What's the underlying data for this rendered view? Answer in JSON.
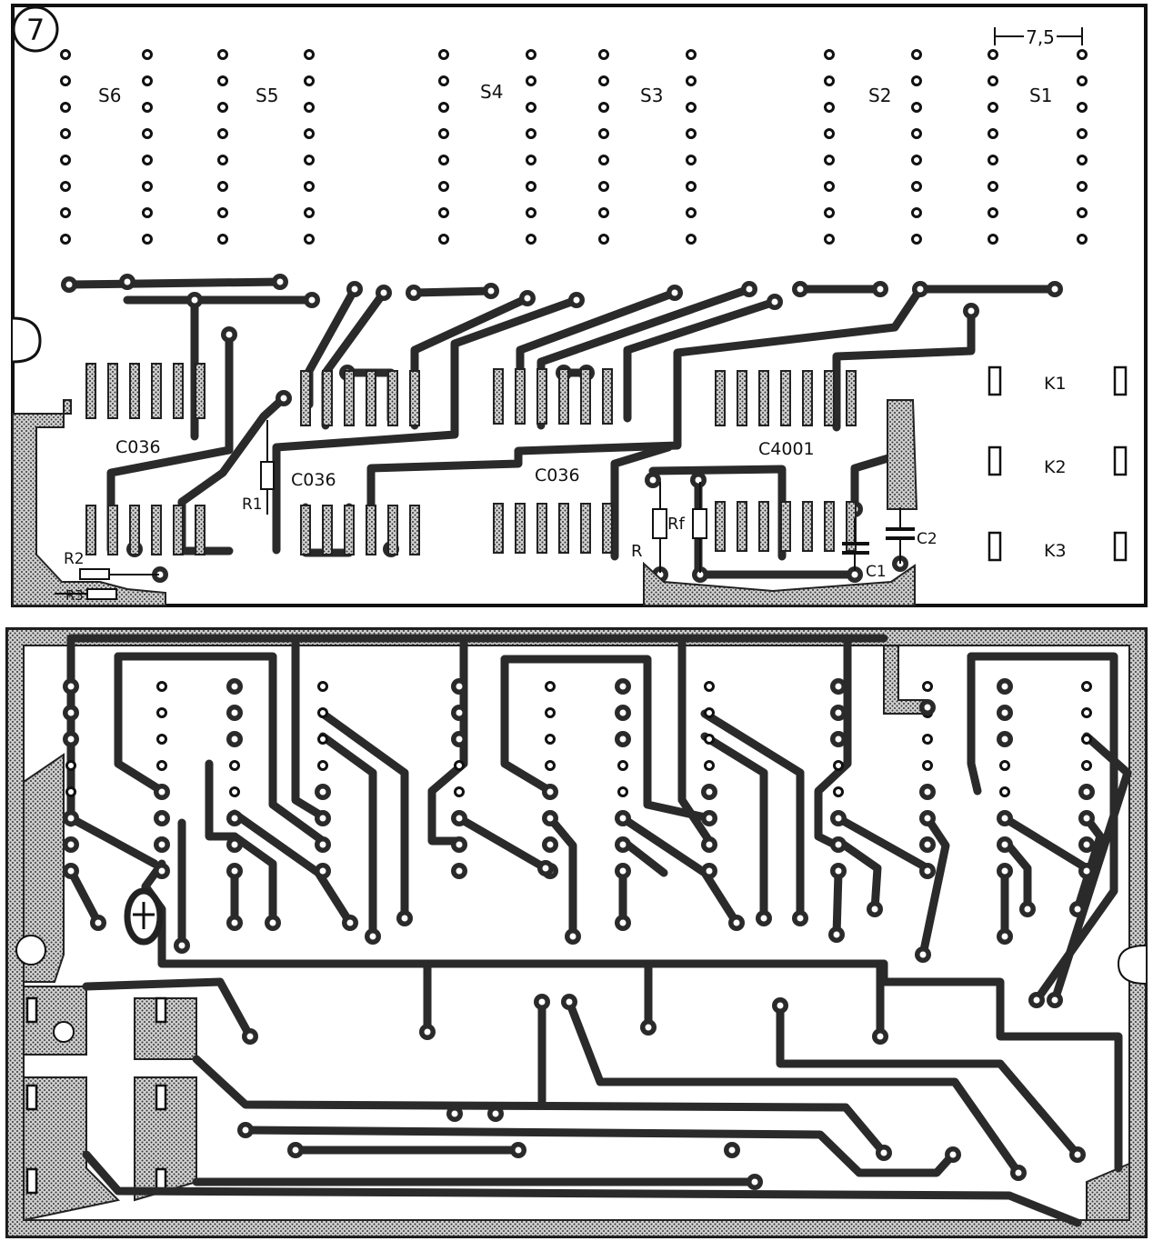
{
  "figure_number": "7",
  "dimension_label": "7,5",
  "switch_labels": [
    "S6",
    "S5",
    "S4",
    "S3",
    "S2",
    "S1"
  ],
  "ic_labels": [
    "C036",
    "C036",
    "C036",
    "C4001"
  ],
  "relay_labels": [
    "K1",
    "K2",
    "K3"
  ],
  "component_labels": {
    "r1": "R1",
    "r2": "R2",
    "r3": "R3",
    "r": "R",
    "rf": "Rf",
    "c1": "C1",
    "c2": "C2"
  }
}
